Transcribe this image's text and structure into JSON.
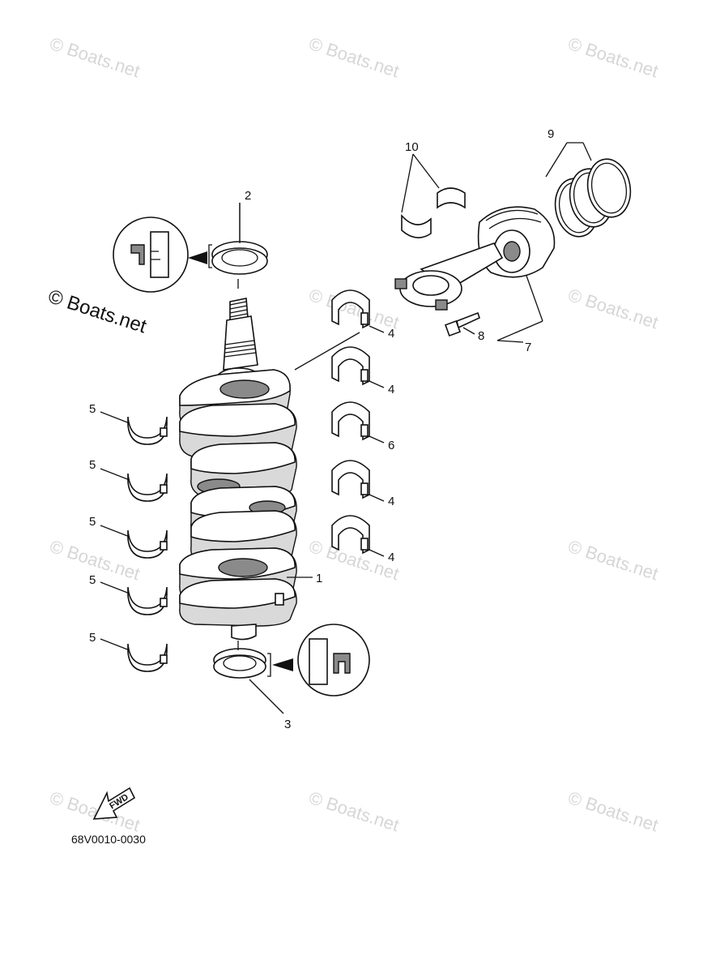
{
  "diagram": {
    "drawing_code": "68V0010-0030",
    "fwd_label": "FWD",
    "watermark": "© Boats.net",
    "watermark_main": "© Boats.net",
    "callouts": {
      "crankshaft": "1",
      "oil_seal_top": "2",
      "oil_seal_bottom": "3",
      "bearing_4a": "4",
      "bearing_4b": "4",
      "bearing_4c": "4",
      "bearing_4d": "4",
      "bearing_6": "6",
      "bearing_5a": "5",
      "bearing_5b": "5",
      "bearing_5c": "5",
      "bearing_5d": "5",
      "bearing_5e": "5",
      "piston_assy": "7",
      "bolt": "8",
      "rings": "9",
      "rod_bearing": "10"
    }
  }
}
